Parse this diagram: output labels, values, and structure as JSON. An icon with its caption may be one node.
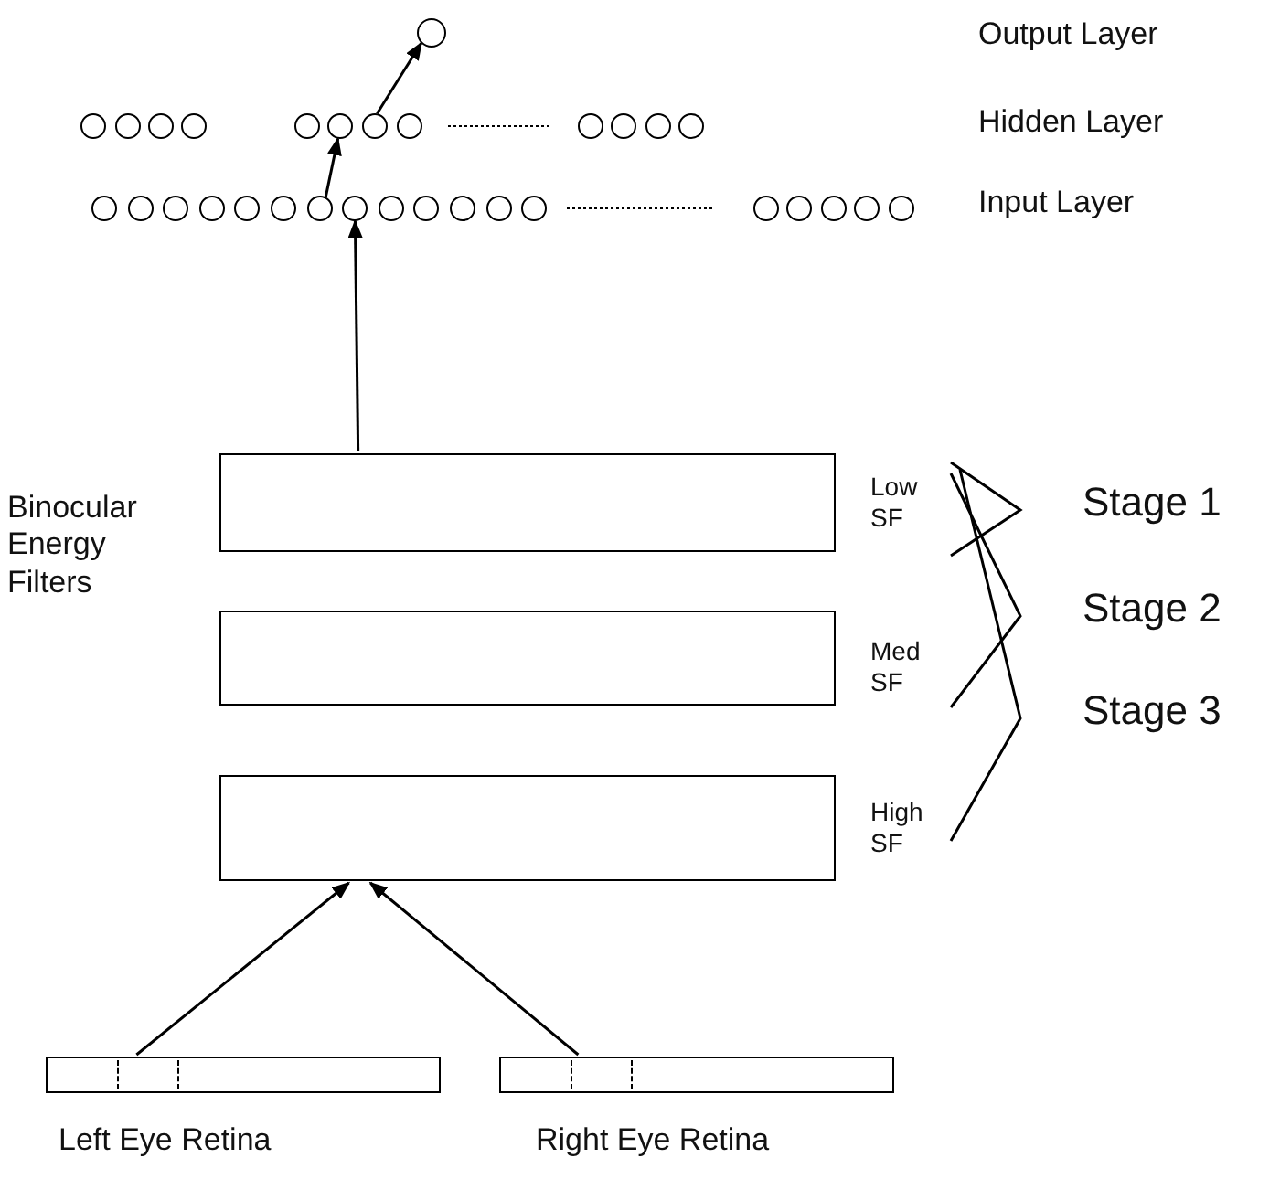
{
  "diagram": {
    "nodes": [
      {
        "text": [],
        "shape": "circle"
      },
      {
        "text": [],
        "shape": "circle"
      },
      {
        "text": [],
        "shape": "circle"
      },
      {
        "text": [],
        "shape": "circle"
      },
      {
        "text": [],
        "shape": "circle"
      },
      {
        "text": [],
        "shape": "circle"
      },
      {
        "text": [],
        "shape": "circle"
      },
      {
        "text": [],
        "shape": "circle"
      },
      {
        "text": [],
        "shape": "circle"
      },
      {
        "text": [],
        "shape": "circle"
      },
      {
        "text": [],
        "shape": "circle"
      },
      {
        "text": [],
        "shape": "circle"
      },
      {
        "text": [],
        "shape": "circle"
      },
      {
        "text": [],
        "shape": "circle"
      },
      {
        "text": [],
        "shape": "circle"
      },
      {
        "text": [],
        "shape": "circle"
      },
      {
        "text": [],
        "shape": "circle"
      },
      {
        "text": [],
        "shape": "circle"
      },
      {
        "text": [],
        "shape": "circle"
      },
      {
        "text": [],
        "shape": "circle"
      },
      {
        "text": [],
        "shape": "circle"
      },
      {
        "text": [],
        "shape": "circle"
      },
      {
        "text": [],
        "shape": "circle"
      },
      {
        "text": [],
        "shape": "circle"
      },
      {
        "text": [],
        "shape": "circle"
      },
      {
        "text": [],
        "shape": "circle"
      },
      {
        "text": [],
        "shape": "circle"
      },
      {
        "text": [],
        "shape": "circle"
      },
      {
        "text": [],
        "shape": "circle"
      },
      {
        "text": [],
        "shape": "circle"
      },
      {
        "text": [],
        "shape": "circle"
      },
      {
        "text": [],
        "shape": "box",
        "beside": [
          "Low SF"
        ]
      },
      {
        "text": [],
        "shape": "box",
        "beside": [
          "Med SF"
        ]
      },
      {
        "text": [],
        "shape": "box",
        "beside": [
          "High SF"
        ]
      },
      {
        "text": [],
        "shape": "bar",
        "beside": [
          "Left Eye Retina"
        ]
      },
      {
        "text": [],
        "shape": "bar",
        "beside": [
          "Right Eye Retina"
        ]
      }
    ],
    "edges": [
      {
        "from": 34,
        "to": 33,
        "arrow": "to"
      },
      {
        "from": 35,
        "to": 33,
        "arrow": "to"
      },
      {
        "from": 31,
        "to": 20,
        "arrow": "to"
      },
      {
        "from": 19,
        "to": 6,
        "arrow": "to"
      },
      {
        "from": 7,
        "to": 0,
        "arrow": "to"
      }
    ],
    "labels": [
      "Output Layer",
      "Hidden Layer",
      "Input Layer",
      "Binocular Energy Filters",
      "Stage 1",
      "Stage 2",
      "Stage 3"
    ]
  }
}
